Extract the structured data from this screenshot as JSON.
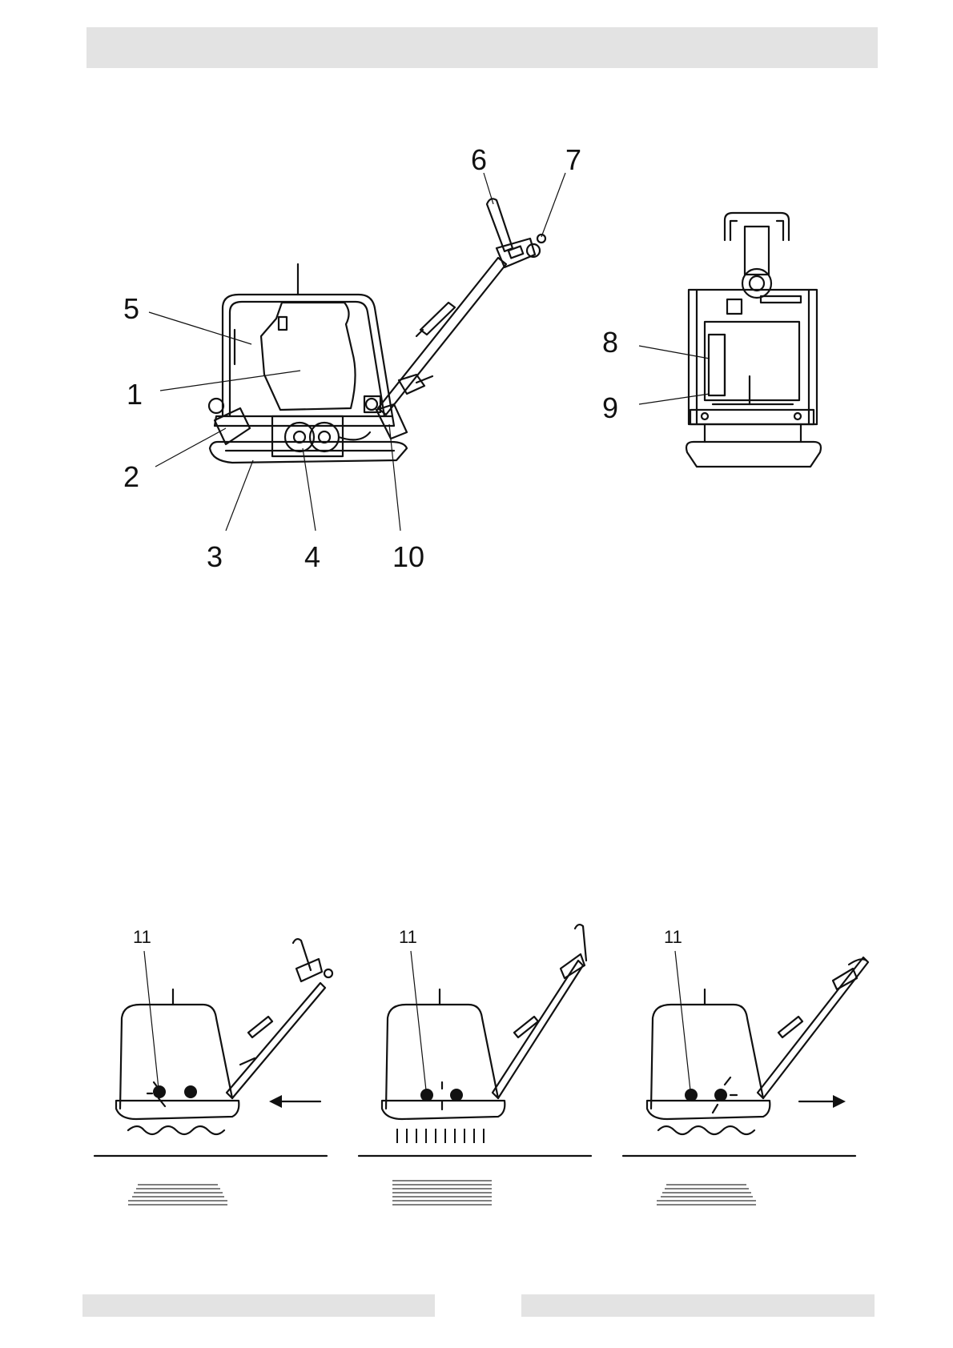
{
  "callouts": {
    "c1": "1",
    "c2": "2",
    "c3": "3",
    "c4": "4",
    "c5": "5",
    "c6": "6",
    "c7": "7",
    "c8": "8",
    "c9": "9",
    "c10": "10",
    "c11a": "11",
    "c11b": "11",
    "c11c": "11"
  },
  "colors": {
    "line": "#111111",
    "bar": "#e3e3e3",
    "background": "#ffffff"
  }
}
